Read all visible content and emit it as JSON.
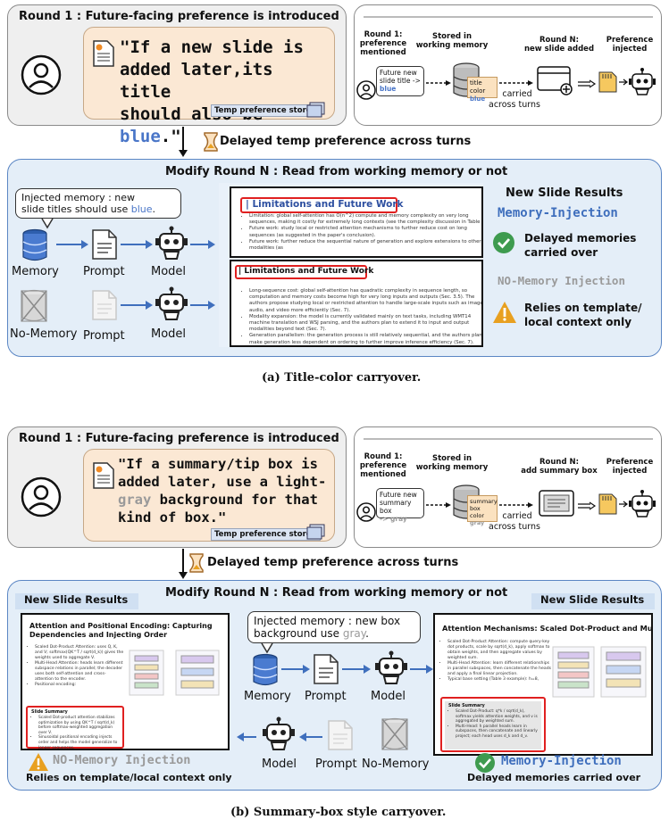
{
  "panel_a": {
    "round1_header": "Round 1 : Future-facing preference is introduced",
    "quote_line1": "\"If a new slide is",
    "quote_line2": "added later,its title",
    "quote_line3_pre": "should also be ",
    "quote_highlight": "blue",
    "quote_line3_post": ".\"",
    "temp_tag": "Temp preference stored",
    "flow": {
      "step1_l1": "Round 1:",
      "step1_l2": "preference",
      "step1_l3": "mentioned",
      "step2_l1": "Stored in",
      "step2_l2": "working memory",
      "step3_l1": "Round N:",
      "step3_l2": "new slide added",
      "step4_l1": "Preference",
      "step4_l2": "injected",
      "card_l1": "Future new",
      "card_l2": "slide title ->",
      "card_l3": "blue",
      "db_l1": "title color",
      "db_l2": "blue",
      "carried_l1": "carried",
      "carried_l2": "across turns"
    },
    "delay_label": "Delayed temp preference across turns",
    "modify_header": "Modify Round N : Read from working memory or not",
    "bubble_l1": "Injected memory : new",
    "bubble_l2_pre": "slide titles should use ",
    "bubble_l2_blue": "blue",
    "bubble_l2_post": ".",
    "row1": {
      "memory": "Memory",
      "prompt": "Prompt",
      "model": "Model"
    },
    "row2": {
      "memory": "No-Memory",
      "prompt": "Prompt",
      "model": "Model"
    },
    "slide1": {
      "title": "| Limitations and Future Work",
      "bullets": [
        "Limitation: global self-attention has O(n^2) compute and memory complexity on very long sequences, making it costly for extremely long contexts (see the complexity discussion in Table 1).",
        "Future work: study local or restricted attention mechanisms to further reduce cost on long sequences (as suggested in the paper's conclusion).",
        "Future work: further reduce the sequential nature of generation and explore extensions to other modalities (as"
      ]
    },
    "slide2": {
      "title": "| Limitations and Future Work",
      "bullets": [
        "Long-sequence cost: global self-attention has quadratic complexity in sequence length, so computation and memory costs become high for very long inputs and outputs (Sec. 3.5). The authors propose studying local or restricted attention to handle large-scale inputs such as images, audio, and video more efficiently (Sec. 7).",
        "Modality expansion: the model is currently validated mainly on text tasks, including WMT14 machine translation and WSJ parsing, and the authors plan to extend it to input and output modalities beyond text (Sec. 7).",
        "Generation parallelism: the generation process is still relatively sequential, and the authors plan to make generation less dependent on ordering to further improve inference efficiency (Sec. 7)."
      ]
    },
    "results_header": "New Slide Results",
    "mem_injection": "Memory-Injection",
    "delayed_l1": "Delayed memories",
    "delayed_l2": "carried over",
    "no_mem_injection": "NO-Memory Injection",
    "relies_l1": "Relies on template/",
    "relies_l2": "local context only",
    "caption": "(a) Title-color carryover."
  },
  "panel_b": {
    "round1_header": "Round 1 : Future-facing preference is introduced",
    "quote_line1": "\"If a summary/tip box is",
    "quote_line2": "added later, use a light-",
    "quote_line3_pre": "",
    "quote_highlight": "gray",
    "quote_line3_post": " background for that",
    "quote_line4": "kind of box.\"",
    "temp_tag": "Temp preference stored",
    "flow": {
      "step1_l1": "Round 1:",
      "step1_l2": "preference",
      "step1_l3": "mentioned",
      "step2_l1": "Stored in",
      "step2_l2": "working memory",
      "step3_l1": "Round N:",
      "step3_l2": "add summary box",
      "step4_l1": "Preference",
      "step4_l2": "injected",
      "card_l1": "Future new",
      "card_l2": "summary box",
      "card_l3": "-> gray",
      "db_l1": "summary",
      "db_l2": "box color",
      "db_l3": "gray",
      "carried_l1": "carried",
      "carried_l2": "across turns"
    },
    "delay_label": "Delayed temp preference across turns",
    "modify_header": "Modify Round N : Read from working memory or not",
    "results_left": "New Slide Results",
    "results_right": "New Slide Results",
    "bubble_l1": "Injected memory : new box",
    "bubble_l2_pre": "background use ",
    "bubble_l2_gray": "gray",
    "bubble_l2_post": ".",
    "row1": {
      "memory": "Memory",
      "prompt": "Prompt",
      "model": "Model"
    },
    "row2": {
      "model": "Model",
      "prompt": "Prompt",
      "memory": "No-Memory"
    },
    "slide_left": {
      "title": "Attention and Positional Encoding: Capturing Dependencies and Injecting Order",
      "bullets": [
        "Scaled Dot-Product Attention: uses Q, K, and V; softmax(QK^T / sqrt(d_k)) gives the weights used to aggregate V.",
        "Multi-Head Attention: heads learn different subspace relations in parallel; the decoder uses both self-attention and cross-attention to the encoder.",
        "Positional encoding:"
      ],
      "summary_title": "Slide Summary",
      "summary_bullets": [
        "Scaled Dot-product attention stabilizes optimization by using QK^T / sqrt(d_k) before softmax-weighted aggregation over V.",
        "Sinusoidal positional encoding injects order and helps the model generalize to longer sequences."
      ]
    },
    "slide_right": {
      "title": "Attention Mechanisms: Scaled Dot-Product and Multi-Head",
      "bullets": [
        "Scaled Dot-Product Attention: compute query-key dot products, scale by sqrt(d_k), apply softmax to obtain weights, and then aggregate values by weighted sum.",
        "Multi-Head Attention: learn different relationships in parallel subspaces, then concatenate the heads and apply a final linear projection.",
        "Typical base setting (Table 3 example): h=8,"
      ],
      "summary_title": "Slide Summary",
      "summary_bullets": [
        "Scaled Dot-Product: q*k / sqrt(d_k), softmax yields attention weights, and v is aggregated by weighted sum.",
        "Multi-Head: h parallel heads learn in subspaces, then concatenate and linearly project; each head uses d_k and d_v."
      ]
    },
    "no_mem_injection": "NO-Memory Injection",
    "relies": "Relies on template/local context only",
    "mem_injection": "Memory-Injection",
    "delayed": "Delayed memories carried over",
    "caption": "(b) Summary-box style carryover."
  },
  "colors": {
    "accent_blue": "#4a76c8",
    "soft_gray": "#9a9a9a",
    "red": "#e02020",
    "green": "#3e9b4f",
    "warn": "#e8a020"
  }
}
